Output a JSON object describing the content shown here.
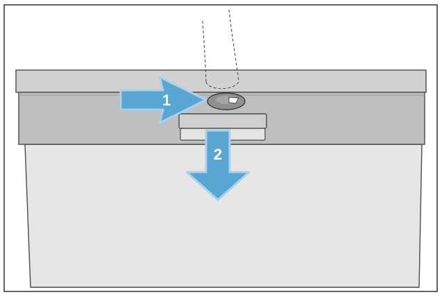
{
  "diagram": {
    "steps": [
      {
        "number": "1",
        "action": "push-right"
      },
      {
        "number": "2",
        "action": "pull-down"
      }
    ],
    "colors": {
      "arrow_fill": "#5aa6d3",
      "arrow_edge": "#a9d1ea",
      "label_text": "#ffffff",
      "panel_top": "#d2d2d2",
      "panel_front": "#bfbfbf",
      "door": "#e6e6e6",
      "outline": "#4a4a4a",
      "button": "#8f8f8f",
      "frame": "#3c3c3c"
    },
    "icons": {
      "hand": "finger-pointer-icon",
      "button": "release-button-icon",
      "handle": "door-handle-icon"
    }
  }
}
